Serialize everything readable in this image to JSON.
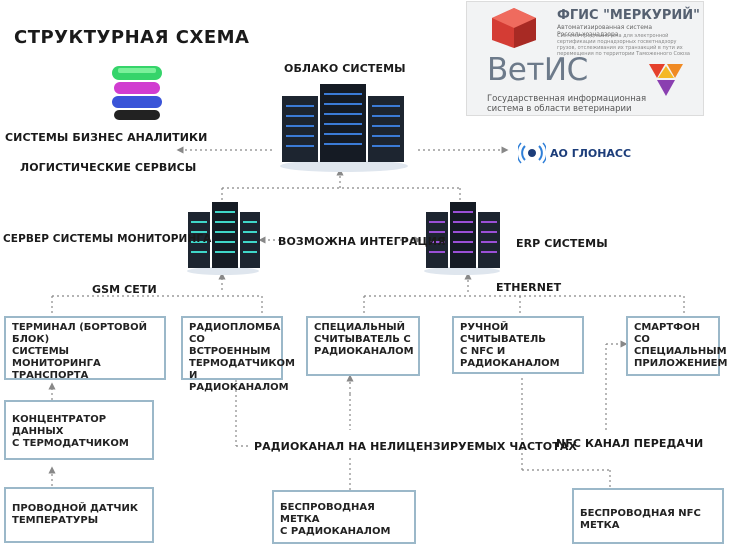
{
  "title": "СТРУКТУРНАЯ СХЕМА",
  "cloud_label": "ОБЛАКО СИСТЕМЫ",
  "business_analytics": "СИСТЕМЫ БИЗНЕС АНАЛИТИКИ",
  "logistics": "ЛОГИСТИЧЕСКИЕ СЕРВИСЫ",
  "monitoring_server": "СЕРВЕР СИСТЕМЫ МОНИТОРИНГА",
  "integration": "ВОЗМОЖНА ИНТЕГРАЦИЯ",
  "erp": "ERP СИСТЕМЫ",
  "gsm": "GSM СЕТИ",
  "ethernet": "ETHERNET",
  "radio_channel": "РАДИОКАНАЛ НА НЕЛИЦЕНЗИРУЕМЫХ ЧАСТОТАХ",
  "nfc_channel": "NFC КАНАЛ ПЕРЕДАЧИ",
  "glonass": "АО ГЛОНАСС",
  "mercury": {
    "title": "ФГИС \"МЕРКУРИЙ\"",
    "subtitle": "Автоматизированная система Россельхознадзора",
    "desc": "Система предназначена для электронной сертификации поднадзорных госветнадзору грузов, отслеживания их транзакций в пути их перемещения по территории Таможенного Союза",
    "vetis": "ВетИС",
    "vetis_desc": "Государственная информационная\nсистема в области ветеринарии"
  },
  "boxes": {
    "terminal": "ТЕРМИНАЛ (БОРТОВОЙ БЛОК)\nСИСТЕМЫ МОНИТОРИНГА\nТРАНСПОРТА",
    "seal": "РАДИОПЛОМБА СО\nВСТРОЕННЫМ\nТЕРМОДАТЧИКОМ\nИ РАДИОКАНАЛОМ",
    "special_reader": "СПЕЦИАЛЬНЫЙ\nСЧИТЫВАТЕЛЬ С\nРАДИОКАНАЛОМ",
    "hand_reader": "РУЧНОЙ СЧИТЫВАТЕЛЬ\nС NFC И РАДИОКАНАЛОМ",
    "smartphone": "СМАРТФОН СО\nСПЕЦИАЛЬНЫМ\nПРИЛОЖЕНИЕМ",
    "concentrator": "КОНЦЕНТРАТОР ДАННЫХ\nС ТЕРМОДАТЧИКОМ",
    "wired_sensor": "ПРОВОДНОЙ ДАТЧИК\nТЕМПЕРАТУРЫ",
    "wireless_tag": "БЕСПРОВОДНАЯ МЕТКА\nС РАДИОКАНАЛОМ",
    "nfc_tag": "БЕСПРОВОДНАЯ NFC МЕТКА"
  },
  "colors": {
    "box_border": "#9bb8c9",
    "cloud_accent": "#3b7bd6",
    "monitoring_accent": "#3fd6c8",
    "erp_accent": "#9a4fd6",
    "line": "#888888"
  }
}
